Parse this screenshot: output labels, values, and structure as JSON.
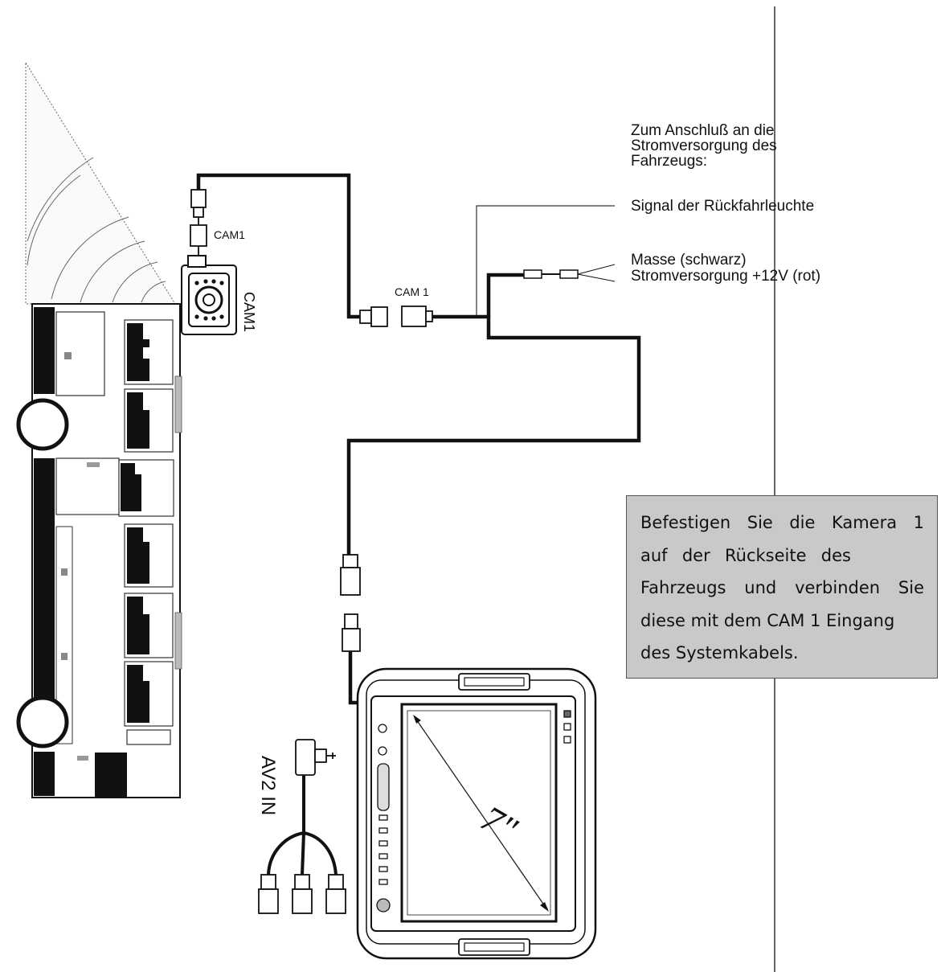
{
  "labels": {
    "power_heading": [
      "Zum Anschluß an die",
      "Stromversorgung des",
      "Fahrzeugs:"
    ],
    "reverse_signal": "Signal der Rückfahrleuchte",
    "ground": "Masse (schwarz)",
    "power_12v": "Stromversorgung +12V (rot)",
    "cam1_plug": "CAM1",
    "cam1_camera": "CAM1",
    "cam1_cable": "CAM 1",
    "av2_in": "AV2 IN",
    "screen_size": "7\""
  },
  "info_box": {
    "lines": [
      "Befestigen Sie die Kamera 1",
      "auf der Rückseite des",
      "Fahrzeugs und verbinden Sie",
      "diese mit dem CAM 1 Eingang",
      "des Systemkabels."
    ]
  }
}
